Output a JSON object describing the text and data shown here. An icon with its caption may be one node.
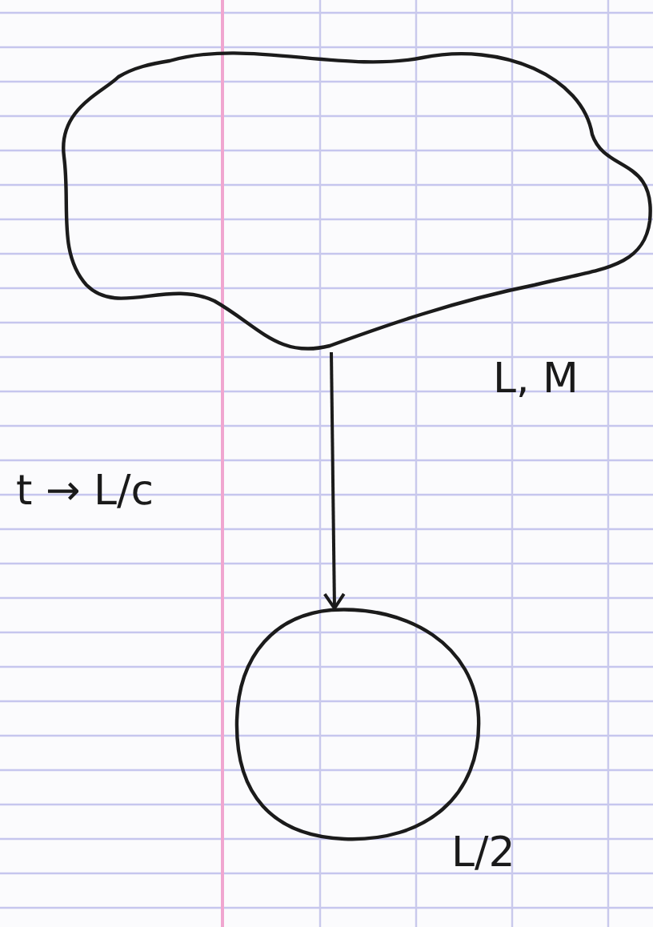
{
  "diagram": {
    "nodes": [
      {
        "text": [],
        "shape": "cloud",
        "beside": [
          "L, M"
        ]
      },
      {
        "text": [],
        "shape": "circle",
        "beside": [
          "L/2"
        ]
      }
    ],
    "edges": [
      {
        "from": 0,
        "to": 1,
        "arrow": "to"
      }
    ],
    "labels": [
      "t → L/c"
    ]
  }
}
